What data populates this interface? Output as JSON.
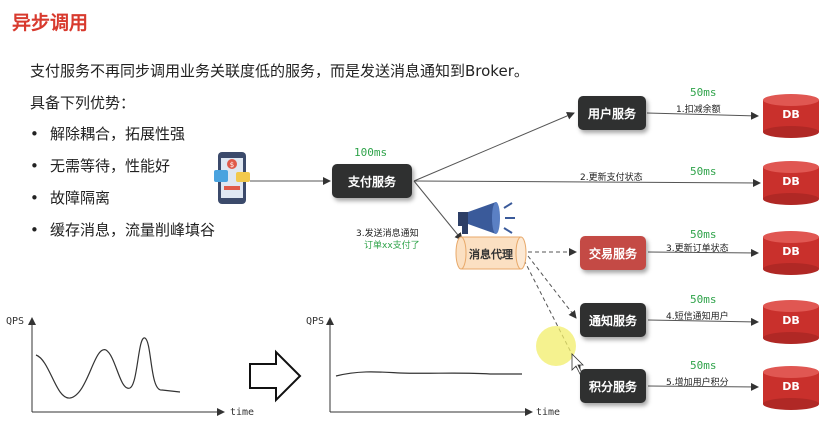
{
  "title": "异步调用",
  "intro": "支付服务不再同步调用业务关联度低的服务，而是发送消息通知到Broker。",
  "advantages_title": "具备下列优势：",
  "advantages": [
    "解除耦合，拓展性强",
    "无需等待，性能好",
    "故障隔离",
    "缓存消息，流量削峰填谷"
  ],
  "diagram": {
    "pay_service": "支付服务",
    "pay_latency": "100ms",
    "broker": "消息代理",
    "send_msg_line1": "3.发送消息通知",
    "send_msg_line2": "订单xx支付了",
    "services": [
      {
        "name": "用户服务",
        "action": "1.扣减余额",
        "latency": "50ms"
      },
      {
        "name": "",
        "action": "2.更新支付状态",
        "latency": "50ms"
      },
      {
        "name": "交易服务",
        "action": "3.更新订单状态",
        "latency": "50ms"
      },
      {
        "name": "通知服务",
        "action": "4.短信通知用户",
        "latency": "50ms"
      },
      {
        "name": "积分服务",
        "action": "5.增加用户积分",
        "latency": "50ms"
      }
    ],
    "db_label": "DB"
  },
  "charts": {
    "y_label": "QPS",
    "x_label": "time"
  },
  "colors": {
    "title": "#d83a2e",
    "latency": "#2fa34a",
    "service_dark": "#2f3030",
    "service_red": "#c44a45",
    "db": "#c9302c"
  }
}
